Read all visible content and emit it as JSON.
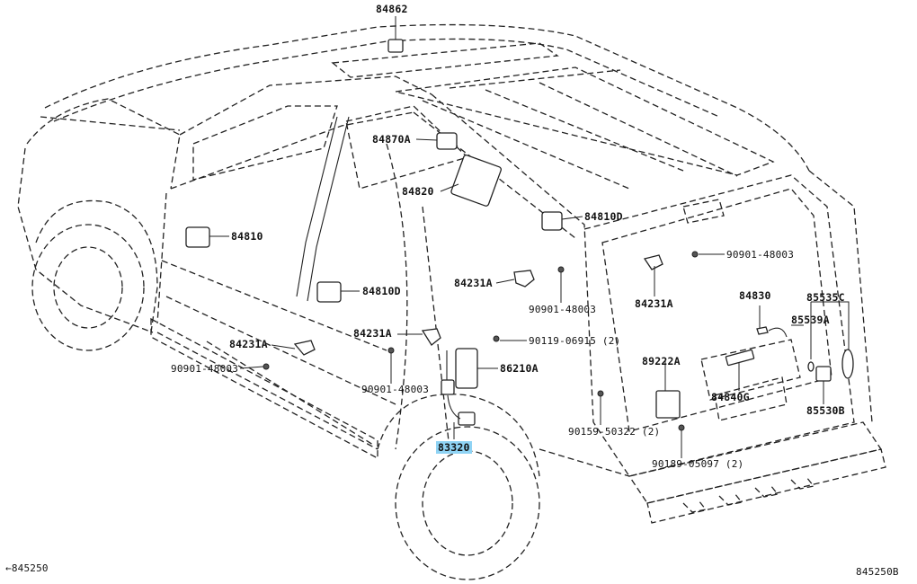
{
  "diagram": {
    "parts": [
      {
        "id": "p84862",
        "label": "84862"
      },
      {
        "id": "p84870A",
        "label": "84870A"
      },
      {
        "id": "p84820",
        "label": "84820"
      },
      {
        "id": "p84810D_rear",
        "label": "84810D"
      },
      {
        "id": "p84810",
        "label": "84810"
      },
      {
        "id": "p84810D_mid",
        "label": "84810D"
      },
      {
        "id": "p90901_48003_tr",
        "label": "90901-48003"
      },
      {
        "id": "p84231A_mid",
        "label": "84231A"
      },
      {
        "id": "p90901_48003_mid",
        "label": "90901-48003"
      },
      {
        "id": "p84231A_rear",
        "label": "84231A"
      },
      {
        "id": "p84830",
        "label": "84830"
      },
      {
        "id": "p85535C",
        "label": "85535C"
      },
      {
        "id": "p85539A",
        "label": "85539A"
      },
      {
        "id": "p84231A_left",
        "label": "84231A"
      },
      {
        "id": "p84231A_front",
        "label": "84231A"
      },
      {
        "id": "p90119_06915",
        "label": "90119-06915 (2)"
      },
      {
        "id": "p90901_48003_left",
        "label": "90901-48003"
      },
      {
        "id": "p86210A",
        "label": "86210A"
      },
      {
        "id": "p89222A",
        "label": "89222A"
      },
      {
        "id": "p90901_48003_low",
        "label": "90901-48003"
      },
      {
        "id": "p84840G",
        "label": "84840G"
      },
      {
        "id": "p85530B",
        "label": "85530B"
      },
      {
        "id": "p90159_50322",
        "label": "90159-50322 (2)"
      },
      {
        "id": "p83320",
        "label": "83320",
        "highlighted": true
      },
      {
        "id": "p90189_05097",
        "label": "90189-05097 (2)"
      }
    ],
    "footer_left": "←845250",
    "footer_right": "845250B",
    "highlight_color": "#8fd3f4"
  }
}
